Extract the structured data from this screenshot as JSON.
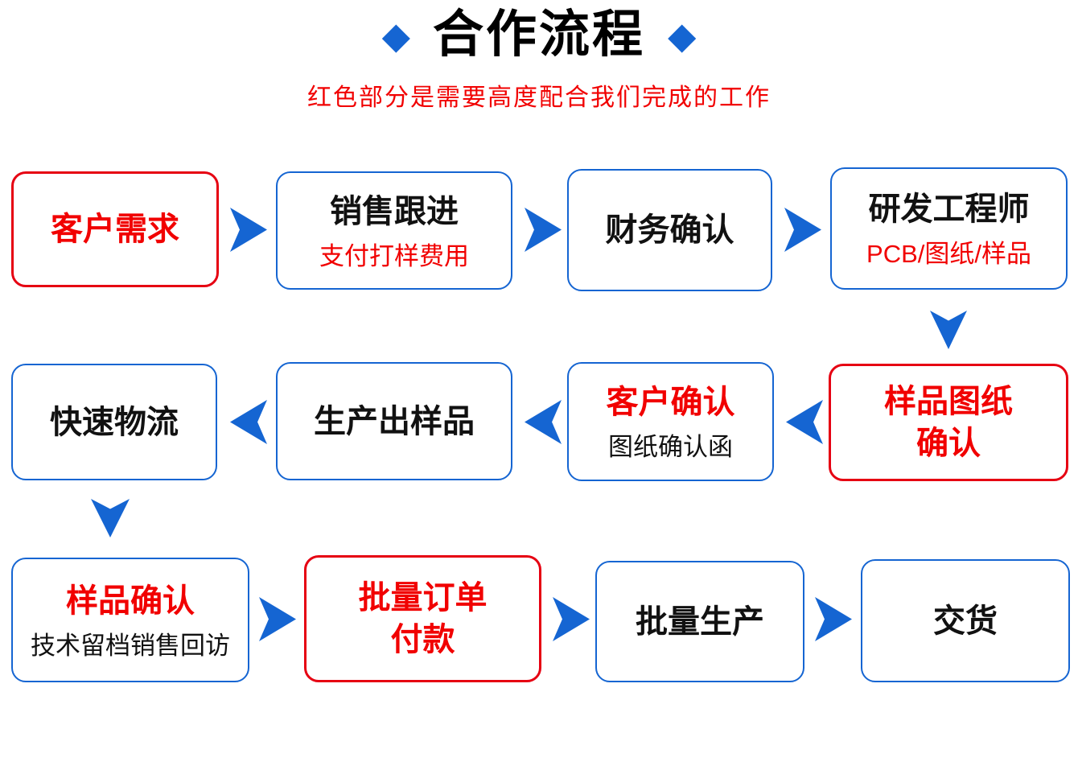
{
  "header": {
    "left_diamond": "◆",
    "right_diamond": "◆",
    "title": "合作流程",
    "subtitle": "红色部分是需要高度配合我们完成的工作"
  },
  "colors": {
    "accent_blue": "#1565d2",
    "border_red": "#e60012",
    "text_red": "#f10000",
    "text_black": "#111111",
    "background": "#ffffff"
  },
  "icons": {
    "diamond": "◆",
    "arrow_right": "blue-dart-right",
    "arrow_left": "blue-dart-left",
    "arrow_down": "blue-dart-down"
  },
  "flow": {
    "nodes": [
      {
        "id": "customer-demand",
        "title": "客户需求",
        "subtitle": "",
        "border": "red",
        "title_color": "red",
        "subtitle_color": ""
      },
      {
        "id": "sales-follow-up",
        "title": "销售跟进",
        "subtitle": "支付打样费用",
        "border": "blue",
        "title_color": "black",
        "subtitle_color": "red"
      },
      {
        "id": "finance-confirmation",
        "title": "财务确认",
        "subtitle": "",
        "border": "blue",
        "title_color": "black",
        "subtitle_color": ""
      },
      {
        "id": "rd-engineer",
        "title": "研发工程师",
        "subtitle": "PCB/图纸/样品",
        "border": "blue",
        "title_color": "black",
        "subtitle_color": "red"
      },
      {
        "id": "sample-drawing-confirmation",
        "title": "样品图纸\n确认",
        "subtitle": "",
        "border": "red",
        "title_color": "red",
        "subtitle_color": ""
      },
      {
        "id": "customer-confirmation",
        "title": "客户确认",
        "subtitle": "图纸确认函",
        "border": "blue",
        "title_color": "red",
        "subtitle_color": "black"
      },
      {
        "id": "sample-production",
        "title": "生产出样品",
        "subtitle": "",
        "border": "blue",
        "title_color": "black",
        "subtitle_color": ""
      },
      {
        "id": "fast-logistics",
        "title": "快速物流",
        "subtitle": "",
        "border": "blue",
        "title_color": "black",
        "subtitle_color": ""
      },
      {
        "id": "sample-confirmation",
        "title": "样品确认",
        "subtitle": "技术留档销售回访",
        "border": "blue",
        "title_color": "red",
        "subtitle_color": "black"
      },
      {
        "id": "bulk-order-payment",
        "title": "批量订单\n付款",
        "subtitle": "",
        "border": "red",
        "title_color": "red",
        "subtitle_color": ""
      },
      {
        "id": "bulk-production",
        "title": "批量生产",
        "subtitle": "",
        "border": "blue",
        "title_color": "black",
        "subtitle_color": ""
      },
      {
        "id": "delivery",
        "title": "交货",
        "subtitle": "",
        "border": "blue",
        "title_color": "black",
        "subtitle_color": ""
      }
    ]
  }
}
